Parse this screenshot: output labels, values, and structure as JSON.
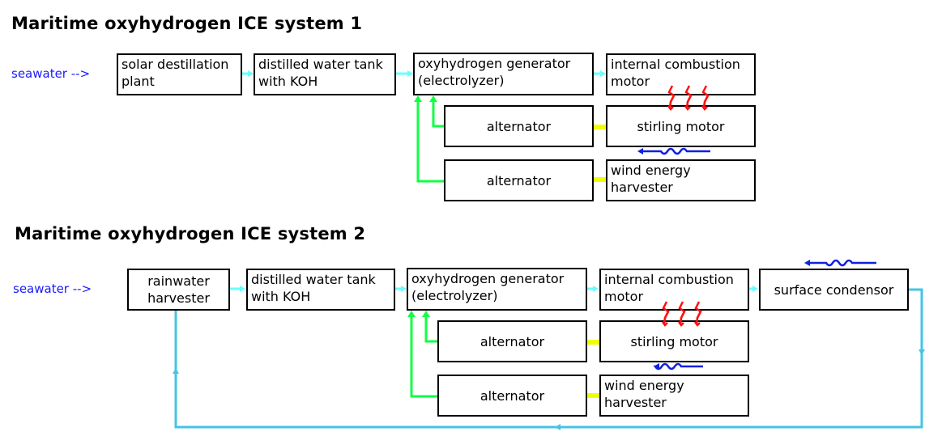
{
  "colors": {
    "water_flow": "#66ffff",
    "return_flow": "#44c4e4",
    "electric": "#11ff44",
    "mechanical": "#eeff00",
    "heat": "#ff1010",
    "cooling": "#1020e0",
    "source_text": "#1a1aff"
  },
  "system1": {
    "title": "Maritime oxyhydrogen ICE system 1",
    "source_label": "seawater -->",
    "boxes": {
      "solar": "solar destillation\nplant",
      "tank": "distilled water tank\nwith KOH",
      "generator": "oxyhydrogen generator\n(electrolyzer)",
      "ice": "internal combustion\nmotor",
      "alt1": "alternator",
      "stirling": "stirling motor",
      "alt2": "alternator",
      "wind": "wind energy\n harvester"
    }
  },
  "system2": {
    "title": "Maritime oxyhydrogen ICE system 2",
    "source_label": "seawater -->",
    "boxes": {
      "rain": "rainwater\nharvester",
      "tank": "distilled water tank\nwith KOH",
      "generator": "oxyhydrogen generator\n(electrolyzer)",
      "ice": "internal combustion\nmotor",
      "condensor": "surface condensor",
      "alt1": "alternator",
      "stirling": "stirling motor",
      "alt2": "alternator",
      "wind": "wind energy\nharvester"
    }
  }
}
